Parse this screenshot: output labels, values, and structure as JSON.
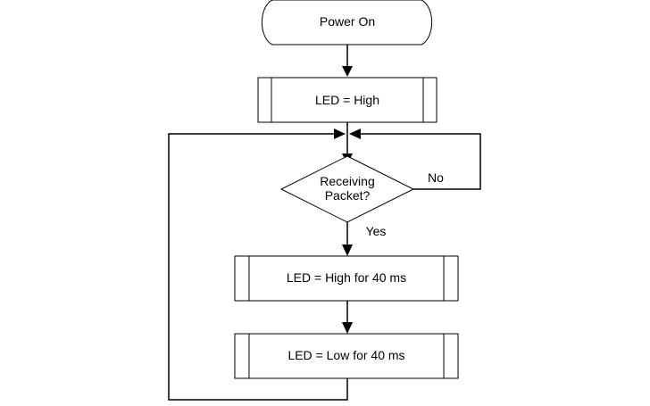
{
  "diagram": {
    "type": "flowchart",
    "nodes": {
      "start": {
        "shape": "terminator",
        "label": "Power On"
      },
      "led_high": {
        "shape": "predefined-process",
        "label": "LED = High"
      },
      "decision": {
        "shape": "decision",
        "label_line1": "Receiving",
        "label_line2": "Packet?"
      },
      "led_high_40": {
        "shape": "predefined-process",
        "label": "LED = High for 40 ms"
      },
      "led_low_40": {
        "shape": "predefined-process",
        "label": "LED = Low for 40 ms"
      }
    },
    "edges": [
      {
        "from": "start",
        "to": "led_high",
        "label": ""
      },
      {
        "from": "led_high",
        "to": "decision",
        "label": ""
      },
      {
        "from": "decision",
        "to": "led_high_40",
        "label": "Yes"
      },
      {
        "from": "decision",
        "to": "decision",
        "label": "No"
      },
      {
        "from": "led_high_40",
        "to": "led_low_40",
        "label": ""
      },
      {
        "from": "led_low_40",
        "to": "decision",
        "label": ""
      }
    ],
    "yes_label": "Yes",
    "no_label": "No",
    "colors": {
      "stroke": "#000000",
      "fill": "#ffffff",
      "text": "#000000"
    }
  }
}
